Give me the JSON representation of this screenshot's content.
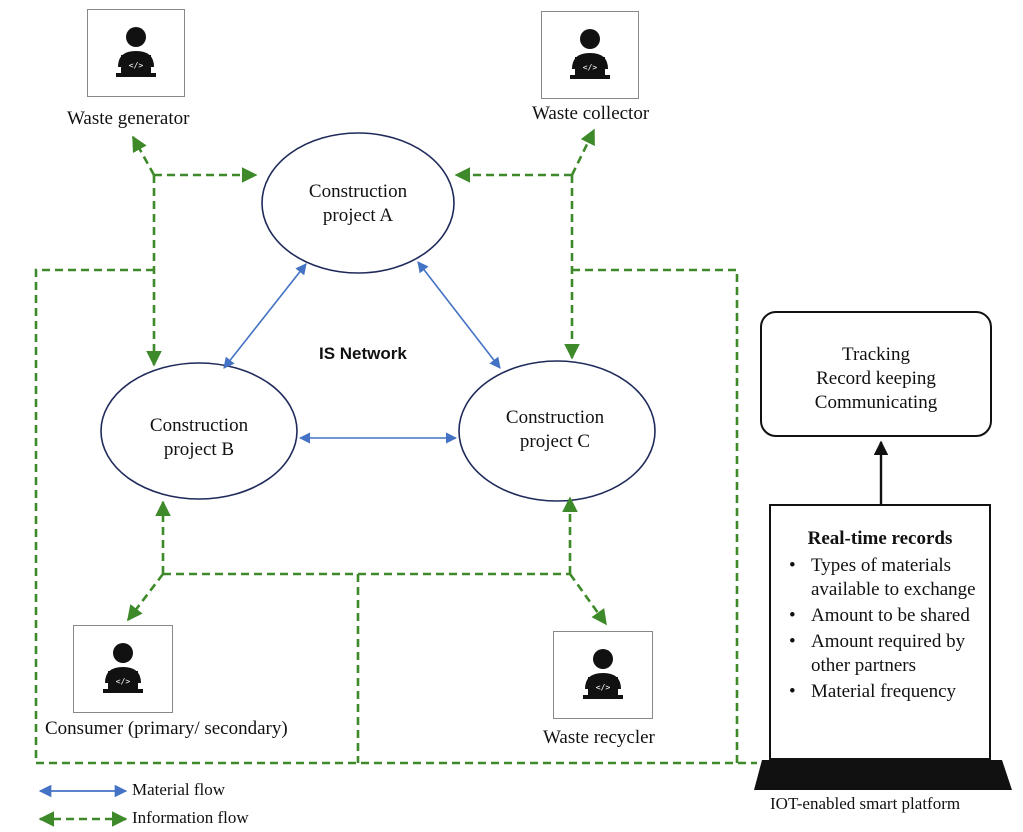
{
  "network_label": "IS Network",
  "projects": {
    "a": {
      "line1": "Construction",
      "line2": "project A"
    },
    "b": {
      "line1": "Construction",
      "line2": "project B"
    },
    "c": {
      "line1": "Construction",
      "line2": "project C"
    }
  },
  "actors": {
    "waste_generator": "Waste generator",
    "waste_collector": "Waste collector",
    "consumer": "Consumer (primary/ secondary)",
    "waste_recycler": "Waste recycler"
  },
  "functions_box": {
    "lines": [
      "Tracking",
      "Record keeping",
      "Communicating"
    ]
  },
  "records_box": {
    "title": "Real-time records",
    "items": [
      "Types of materials available to exchange",
      "Amount to be shared",
      "Amount required by other partners",
      "Material frequency"
    ]
  },
  "platform_label": "IOT-enabled smart platform",
  "legend": {
    "material_flow": "Material flow",
    "information_flow": "Information flow"
  },
  "colors": {
    "material_flow": "#4472c4",
    "information_flow": "#3e8a2a",
    "outline": "#1f2a5a"
  },
  "icons": {
    "actor": "person-at-laptop-icon"
  }
}
